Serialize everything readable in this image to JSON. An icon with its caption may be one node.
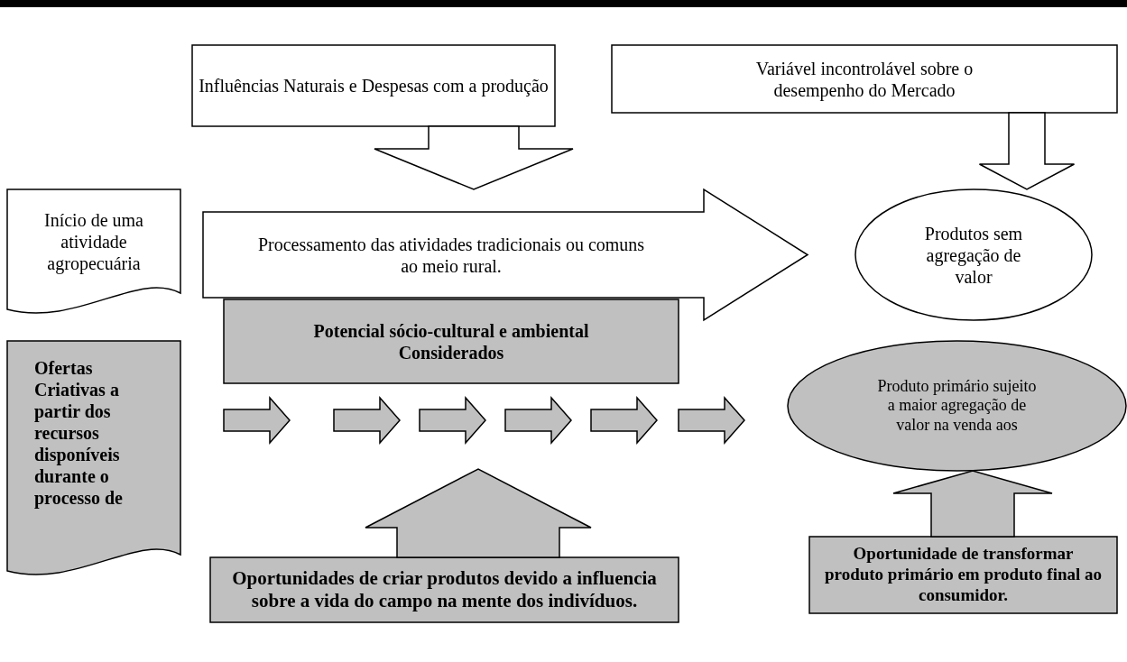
{
  "diagram": {
    "nodes": [
      {
        "text": [
          "Influências Naturais e Despesas com a produção"
        ]
      },
      {
        "text": [
          "Variável incontrolável sobre o desempenho do Mercado"
        ]
      },
      {
        "text": [
          "Início de uma atividade agropecuária"
        ]
      },
      {
        "text": [
          "Processamento das atividades tradicionais ou comuns ao meio rural."
        ]
      },
      {
        "text": [
          "Produtos sem agregação de valor"
        ]
      },
      {
        "text": [
          "Potencial sócio-cultural e ambiental Considerados"
        ]
      },
      {
        "text": [
          "Ofertas Criativas a partir dos recursos disponíveis durante o processo de"
        ]
      },
      {
        "text": [],
        "shape": "arrow"
      },
      {
        "text": [],
        "shape": "arrow"
      },
      {
        "text": [],
        "shape": "arrow"
      },
      {
        "text": [],
        "shape": "arrow"
      },
      {
        "text": [],
        "shape": "arrow"
      },
      {
        "text": [],
        "shape": "arrow"
      },
      {
        "text": [
          "Produto primário sujeito a maior agregação de valor na venda aos"
        ]
      },
      {
        "text": [
          "Oportunidades de criar produtos devido a influencia sobre a vida do campo na mente dos indivíduos."
        ]
      },
      {
        "text": [
          "Oportunidade de transformar produto primário em produto final ao consumidor."
        ]
      }
    ],
    "edges": [
      {
        "from": 0,
        "to": 3,
        "arrow": "to"
      },
      {
        "from": 1,
        "to": 4,
        "arrow": "to"
      },
      {
        "from": 14,
        "to": null,
        "arrow": "to"
      },
      {
        "from": 15,
        "to": 13,
        "arrow": "to"
      }
    ]
  }
}
